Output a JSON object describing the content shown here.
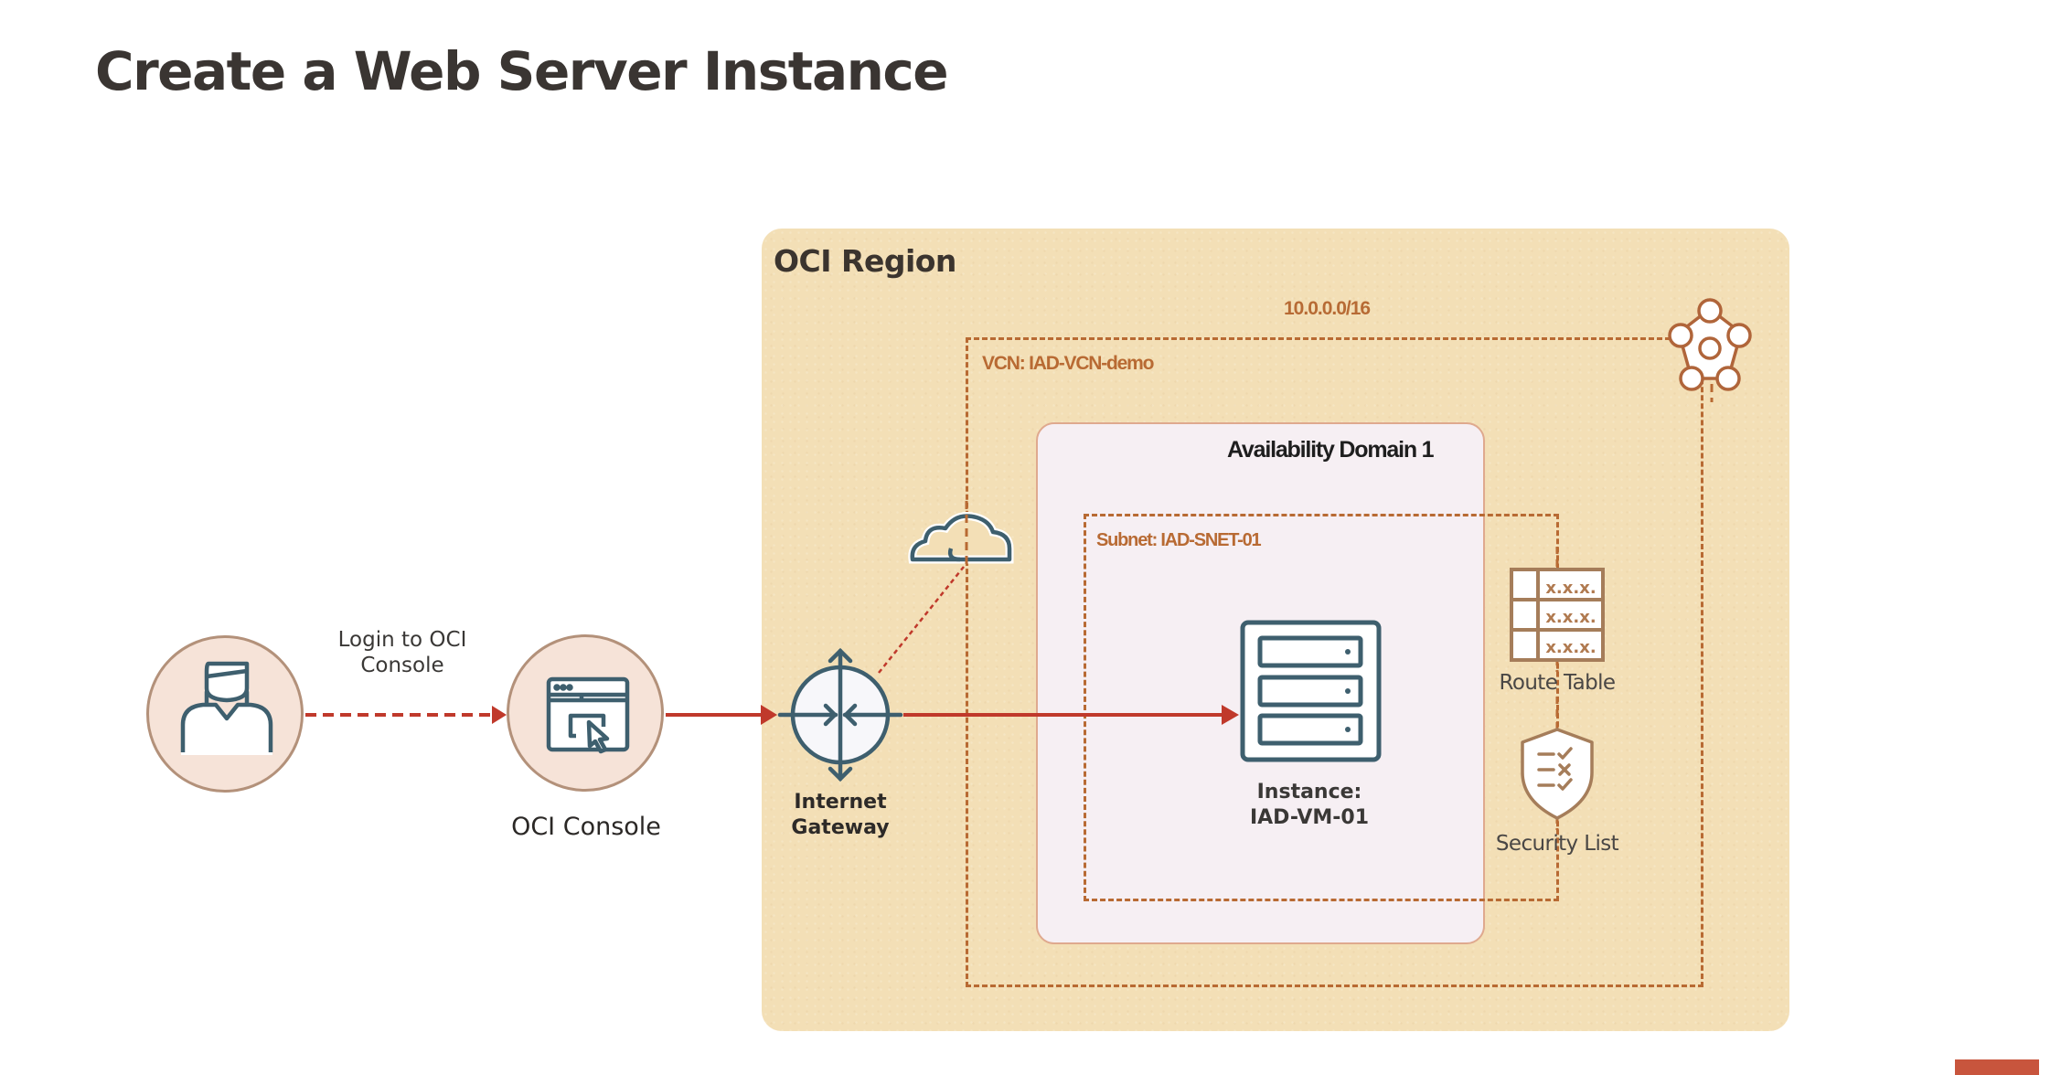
{
  "slide": {
    "title": "Create a Web Server Instance"
  },
  "colors": {
    "region_bg": "#f3dfb6",
    "dashed_border": "#b86a33",
    "ad_bg": "#f6eff3",
    "arrow": "#c0392b",
    "icon_stroke": "#3e5f6e",
    "accent_block": "#c8553d"
  },
  "diagram": {
    "user": {
      "icon": "user-icon"
    },
    "login_label": {
      "line1": "Login to OCI",
      "line2": "Console"
    },
    "console": {
      "icon": "browser-click-icon",
      "label": "OCI Console"
    },
    "region": {
      "label": "OCI Region"
    },
    "vcn": {
      "cidr": "10.0.0.0/16",
      "label": "VCN: IAD-VCN-demo",
      "icon": "vcn-network-icon"
    },
    "internet_gateway": {
      "icon": "internet-gateway-icon",
      "line1": "Internet",
      "line2": "Gateway"
    },
    "internet": {
      "icon": "cloud-icon"
    },
    "availability_domain": {
      "label": "Availability Domain 1"
    },
    "subnet": {
      "label": "Subnet: IAD-SNET-01"
    },
    "instance": {
      "icon": "server-icon",
      "line1": "Instance:",
      "line2": "IAD-VM-01"
    },
    "route_table": {
      "icon": "route-table-icon",
      "rows": [
        "x.x.x.",
        "x.x.x.",
        "x.x.x."
      ],
      "label": "Route Table"
    },
    "security_list": {
      "icon": "shield-checklist-icon",
      "label": "Security List"
    }
  }
}
